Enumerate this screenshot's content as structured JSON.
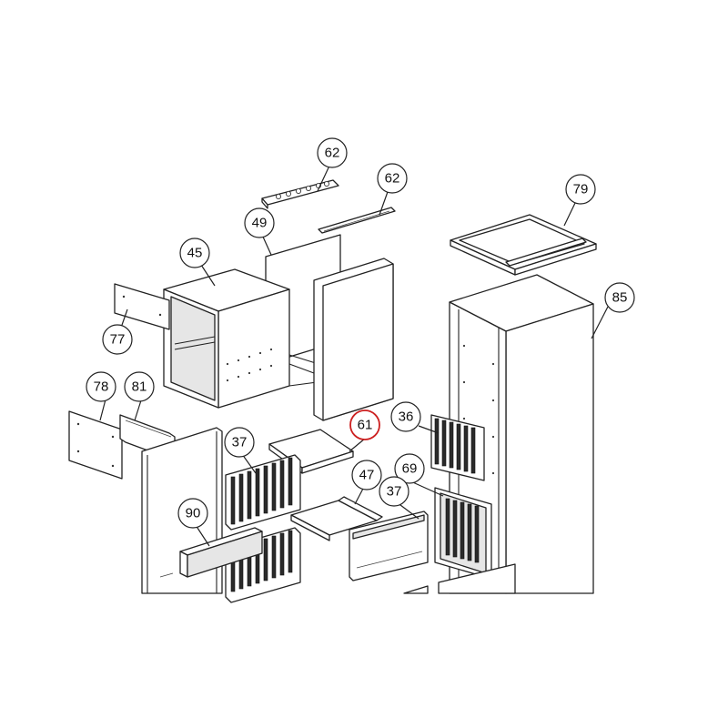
{
  "callouts": [
    {
      "id": "c-62a",
      "label": "62",
      "highlighted": false
    },
    {
      "id": "c-62b",
      "label": "62",
      "highlighted": false
    },
    {
      "id": "c-79",
      "label": "79",
      "highlighted": false
    },
    {
      "id": "c-49",
      "label": "49",
      "highlighted": false
    },
    {
      "id": "c-45",
      "label": "45",
      "highlighted": false
    },
    {
      "id": "c-85",
      "label": "85",
      "highlighted": false
    },
    {
      "id": "c-77",
      "label": "77",
      "highlighted": false
    },
    {
      "id": "c-78",
      "label": "78",
      "highlighted": false
    },
    {
      "id": "c-81",
      "label": "81",
      "highlighted": false
    },
    {
      "id": "c-61",
      "label": "61",
      "highlighted": true
    },
    {
      "id": "c-36",
      "label": "36",
      "highlighted": false
    },
    {
      "id": "c-37a",
      "label": "37",
      "highlighted": false
    },
    {
      "id": "c-47",
      "label": "47",
      "highlighted": false
    },
    {
      "id": "c-69",
      "label": "69",
      "highlighted": false
    },
    {
      "id": "c-37b",
      "label": "37",
      "highlighted": false
    },
    {
      "id": "c-90",
      "label": "90",
      "highlighted": false
    }
  ],
  "colors": {
    "line": "#222222",
    "highlight": "#cc1f1f",
    "background": "#ffffff"
  }
}
